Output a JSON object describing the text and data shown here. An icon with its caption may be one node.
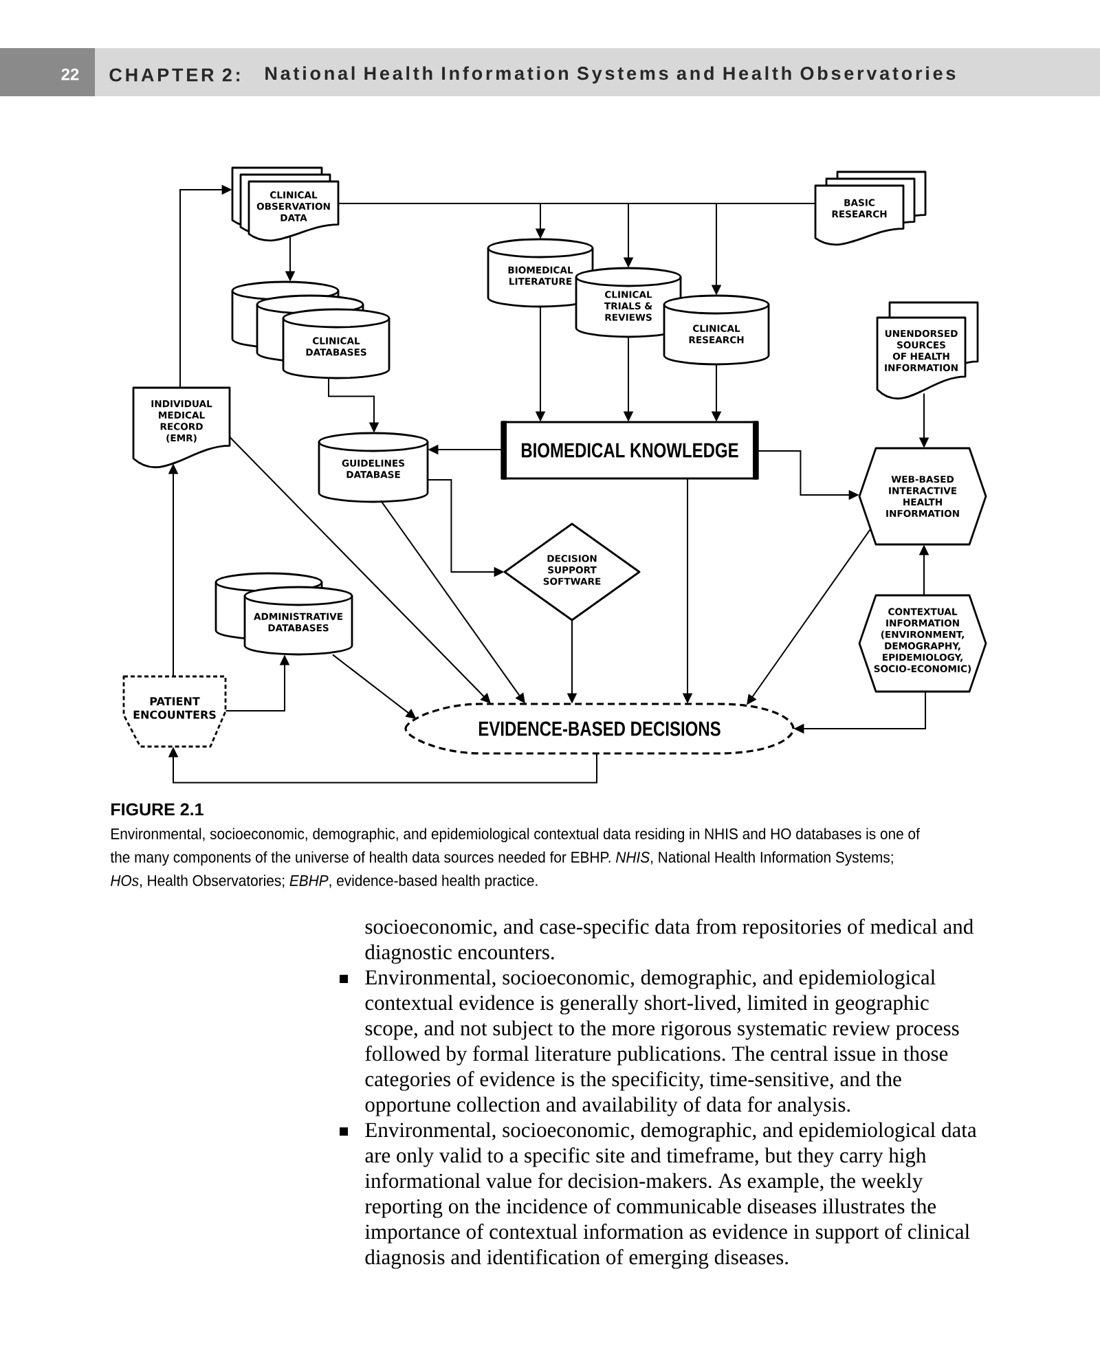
{
  "diagram": {
    "caption": "Environmental, socioeconomic, demographic, and epidemiological contextual data residing in NHIS and HO databases is one of the many components of the universe of health data sources needed for EBHP. *NHIS*, National Health Information Systems; *HOs*, Health Observatories; *EBHP*, evidence-based health practice.",
    "nodes": [
      {
        "text": [
          "CLINICAL OBSERVATION DATA"
        ]
      },
      {
        "text": [
          "BASIC RESEARCH"
        ]
      },
      {
        "text": [
          "BIOMEDICAL LITERATURE"
        ]
      },
      {
        "text": [
          "CLINICAL TRIALS & REVIEWS"
        ]
      },
      {
        "text": [
          "CLINICAL RESEARCH"
        ]
      },
      {
        "text": [
          "CLINICAL DATABASES"
        ]
      },
      {
        "text": [
          "UNENDORSED SOURCES OF HEALTH INFORMATION"
        ]
      },
      {
        "text": [
          "INDIVIDUAL MEDICAL RECORD (EMR)"
        ]
      },
      {
        "text": [
          "GUIDELINES DATABASE"
        ]
      },
      {
        "text": [
          "BIOMEDICAL KNOWLEDGE"
        ]
      },
      {
        "text": [
          "WEB-BASED INTERACTIVE HEALTH INFORMATION"
        ]
      },
      {
        "text": [
          "DECISION SUPPORT SOFTWARE"
        ]
      },
      {
        "text": [
          "ADMINISTRATIVE DATABASES"
        ]
      },
      {
        "text": [
          "CONTEXTUAL INFORMATION (ENVIRONMENT, DEMOGRAPHY, EPIDEMIOLOGY, SOCIO-ECONOMIC)"
        ]
      },
      {
        "text": [
          "PATIENT ENCOUNTERS"
        ]
      },
      {
        "text": [
          "EVIDENCE-BASED DECISIONS"
        ]
      }
    ],
    "edges": [
      {
        "from": 7,
        "to": 0,
        "arrow": "to"
      },
      {
        "from": 0,
        "to": 5,
        "arrow": "to"
      },
      {
        "from": 0,
        "to": 2,
        "arrow": "to"
      },
      {
        "from": 0,
        "to": 3,
        "arrow": "to"
      },
      {
        "from": 0,
        "to": 4,
        "arrow": "to"
      },
      {
        "from": 1,
        "to": 2,
        "arrow": "to"
      },
      {
        "from": 1,
        "to": 3,
        "arrow": "to"
      },
      {
        "from": 1,
        "to": 4,
        "arrow": "to"
      },
      {
        "from": 2,
        "to": 9,
        "arrow": "to"
      },
      {
        "from": 3,
        "to": 9,
        "arrow": "to"
      },
      {
        "from": 4,
        "to": 9,
        "arrow": "to"
      },
      {
        "from": 5,
        "to": 8,
        "arrow": "to"
      },
      {
        "from": 9,
        "to": 8,
        "arrow": "to"
      },
      {
        "from": 9,
        "to": 10,
        "arrow": "to"
      },
      {
        "from": 6,
        "to": 10,
        "arrow": "to"
      },
      {
        "from": 13,
        "to": 10,
        "arrow": "to"
      },
      {
        "from": 8,
        "to": 11,
        "arrow": "to"
      },
      {
        "from": 7,
        "to": 15,
        "arrow": "to"
      },
      {
        "from": 8,
        "to": 15,
        "arrow": "to"
      },
      {
        "from": 11,
        "to": 15,
        "arrow": "to"
      },
      {
        "from": 9,
        "to": 15,
        "arrow": "to"
      },
      {
        "from": 10,
        "to": 15,
        "arrow": "to"
      },
      {
        "from": 13,
        "to": 15,
        "arrow": "to"
      },
      {
        "from": 12,
        "to": 15,
        "arrow": "to"
      },
      {
        "from": 14,
        "to": 12,
        "arrow": "to"
      },
      {
        "from": 14,
        "to": 7,
        "arrow": "to"
      },
      {
        "from": 15,
        "to": 14,
        "arrow": "to"
      }
    ],
    "labels": [
      "22",
      "CHAPTER 2:",
      "National Health Information Systems and Health Observatories",
      "FIGURE 2.1",
      "socioeconomic, and case-specific data from repositories of medical and diagnostic encounters.",
      "Environmental, socioeconomic, demographic, and epidemiological contextual evidence is generally short-lived, limited in geographic scope, and not subject to the more rigorous systematic review process followed by formal literature publications. The central issue in those categories of evidence is the specificity, time-sensitive, and the opportune collection and availability of data for analysis.",
      "Environmental, socioeconomic, demographic, and epidemiological data are only valid to a specific site and timeframe, but they carry high informational value for decision-makers. As example, the weekly reporting on the incidence of communicable diseases illustrates the importance of contextual information as evidence in support of clinical diagnosis and identification of emerging diseases."
    ]
  }
}
